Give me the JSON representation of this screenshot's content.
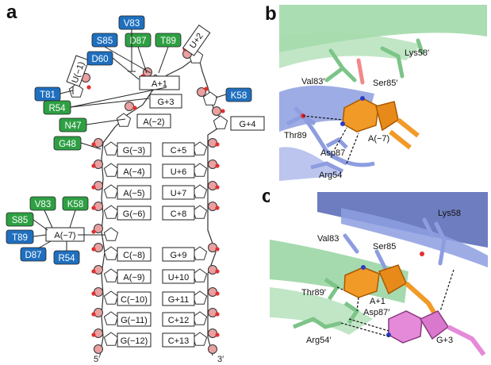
{
  "panels": {
    "a": "a",
    "b": "b",
    "c": "c"
  },
  "schematic": {
    "nucleotides": [
      {
        "id": "A+1",
        "label": "A+1"
      },
      {
        "id": "U+2",
        "label": "U+2"
      },
      {
        "id": "U-1",
        "label": "U(−1)"
      },
      {
        "id": "G+3",
        "label": "G+3"
      },
      {
        "id": "G+4",
        "label": "G+4"
      },
      {
        "id": "A-2",
        "label": "A(−2)"
      },
      {
        "id": "G-3",
        "label": "G(−3)"
      },
      {
        "id": "C+5",
        "label": "C+5"
      },
      {
        "id": "A-4",
        "label": "A(−4)"
      },
      {
        "id": "U+6",
        "label": "U+6"
      },
      {
        "id": "A-5",
        "label": "A(−5)"
      },
      {
        "id": "U+7",
        "label": "U+7"
      },
      {
        "id": "G-6",
        "label": "G(−6)"
      },
      {
        "id": "C+8",
        "label": "C+8"
      },
      {
        "id": "A-7",
        "label": "A(−7)"
      },
      {
        "id": "C-8",
        "label": "C(−8)"
      },
      {
        "id": "G+9",
        "label": "G+9"
      },
      {
        "id": "A-9",
        "label": "A(−9)"
      },
      {
        "id": "U+10",
        "label": "U+10"
      },
      {
        "id": "C-10",
        "label": "C(−10)"
      },
      {
        "id": "G+11",
        "label": "G+11"
      },
      {
        "id": "G-11",
        "label": "G(−11)"
      },
      {
        "id": "C+12",
        "label": "C+12"
      },
      {
        "id": "G-12",
        "label": "G(−12)"
      },
      {
        "id": "C+13",
        "label": "C+13"
      }
    ],
    "residues": [
      {
        "id": "V83_top",
        "label": "V83",
        "subunit": "blue"
      },
      {
        "id": "S85_top",
        "label": "S85",
        "subunit": "blue"
      },
      {
        "id": "D87_top",
        "label": "D87",
        "subunit": "green"
      },
      {
        "id": "T89_top",
        "label": "T89",
        "subunit": "green"
      },
      {
        "id": "D60",
        "label": "D60",
        "subunit": "blue"
      },
      {
        "id": "T81",
        "label": "T81",
        "subunit": "blue"
      },
      {
        "id": "R54_top",
        "label": "R54",
        "subunit": "green"
      },
      {
        "id": "N47",
        "label": "N47",
        "subunit": "green"
      },
      {
        "id": "K58_top",
        "label": "K58",
        "subunit": "blue"
      },
      {
        "id": "G48",
        "label": "G48",
        "subunit": "green"
      },
      {
        "id": "V83_bot",
        "label": "V83",
        "subunit": "green"
      },
      {
        "id": "K58_bot",
        "label": "K58",
        "subunit": "green"
      },
      {
        "id": "S85_bot",
        "label": "S85",
        "subunit": "green"
      },
      {
        "id": "T89_bot",
        "label": "T89",
        "subunit": "blue"
      },
      {
        "id": "D87_bot",
        "label": "D87",
        "subunit": "blue"
      },
      {
        "id": "R54_bot",
        "label": "R54",
        "subunit": "blue"
      }
    ],
    "end5": "5′",
    "end3": "3′"
  },
  "panel_b_labels": {
    "lys58": "Lys58′",
    "val83": "Val83′",
    "ser85": "Ser85′",
    "thr89": "Thr89",
    "a7": "A(−7)",
    "asp87": "Asp87",
    "arg54": "Arg54"
  },
  "panel_c_labels": {
    "lys58": "Lys58",
    "val83": "Val83",
    "ser85": "Ser85",
    "thr89": "Thr89′",
    "a1": "A+1",
    "asp87": "Asp87′",
    "arg54": "Arg54′",
    "g3": "G+3"
  },
  "colors": {
    "blue_subunit": "#1f6fbe",
    "green_subunit": "#2ea043",
    "phosphate": "#e8a0a0",
    "oxygen": "#e03030",
    "sheet_green": "#8fd19a",
    "sheet_blue": "#8d9de0",
    "nucleotide_orange": "#f29a27",
    "nucleotide_pink": "#e58ad8"
  }
}
